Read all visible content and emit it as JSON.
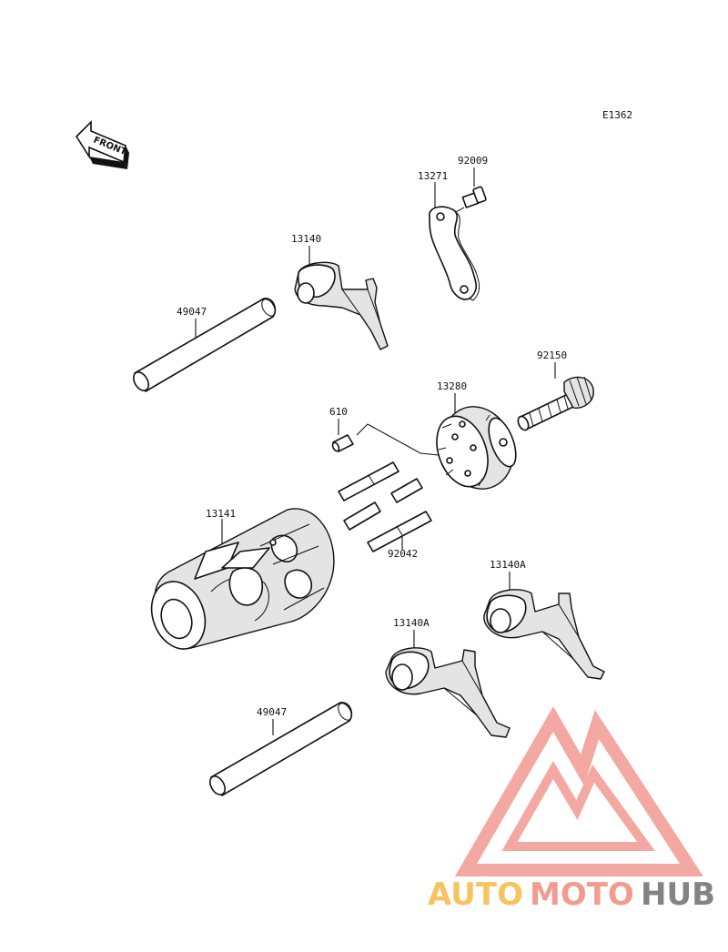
{
  "diagram_code": "E1362",
  "front_label": "FRONT",
  "parts": [
    {
      "id": "p-92009",
      "label": "92009"
    },
    {
      "id": "p-13271",
      "label": "13271"
    },
    {
      "id": "p-13140",
      "label": "13140"
    },
    {
      "id": "p-49047-top",
      "label": "49047"
    },
    {
      "id": "p-92150",
      "label": "92150"
    },
    {
      "id": "p-13280",
      "label": "13280"
    },
    {
      "id": "p-610",
      "label": "610"
    },
    {
      "id": "p-13141",
      "label": "13141"
    },
    {
      "id": "p-92042",
      "label": "92042"
    },
    {
      "id": "p-13140A-right",
      "label": "13140A"
    },
    {
      "id": "p-13140A-left",
      "label": "13140A"
    },
    {
      "id": "p-49047-bottom",
      "label": "49047"
    }
  ],
  "watermark": {
    "text_a": "AUTO",
    "text_b": "MOTO",
    "text_c": "HUB",
    "color_a": "#f5b942",
    "color_b": "#f08a7e",
    "color_c": "#6e6e6e",
    "triangle_color": "#f39a92"
  }
}
